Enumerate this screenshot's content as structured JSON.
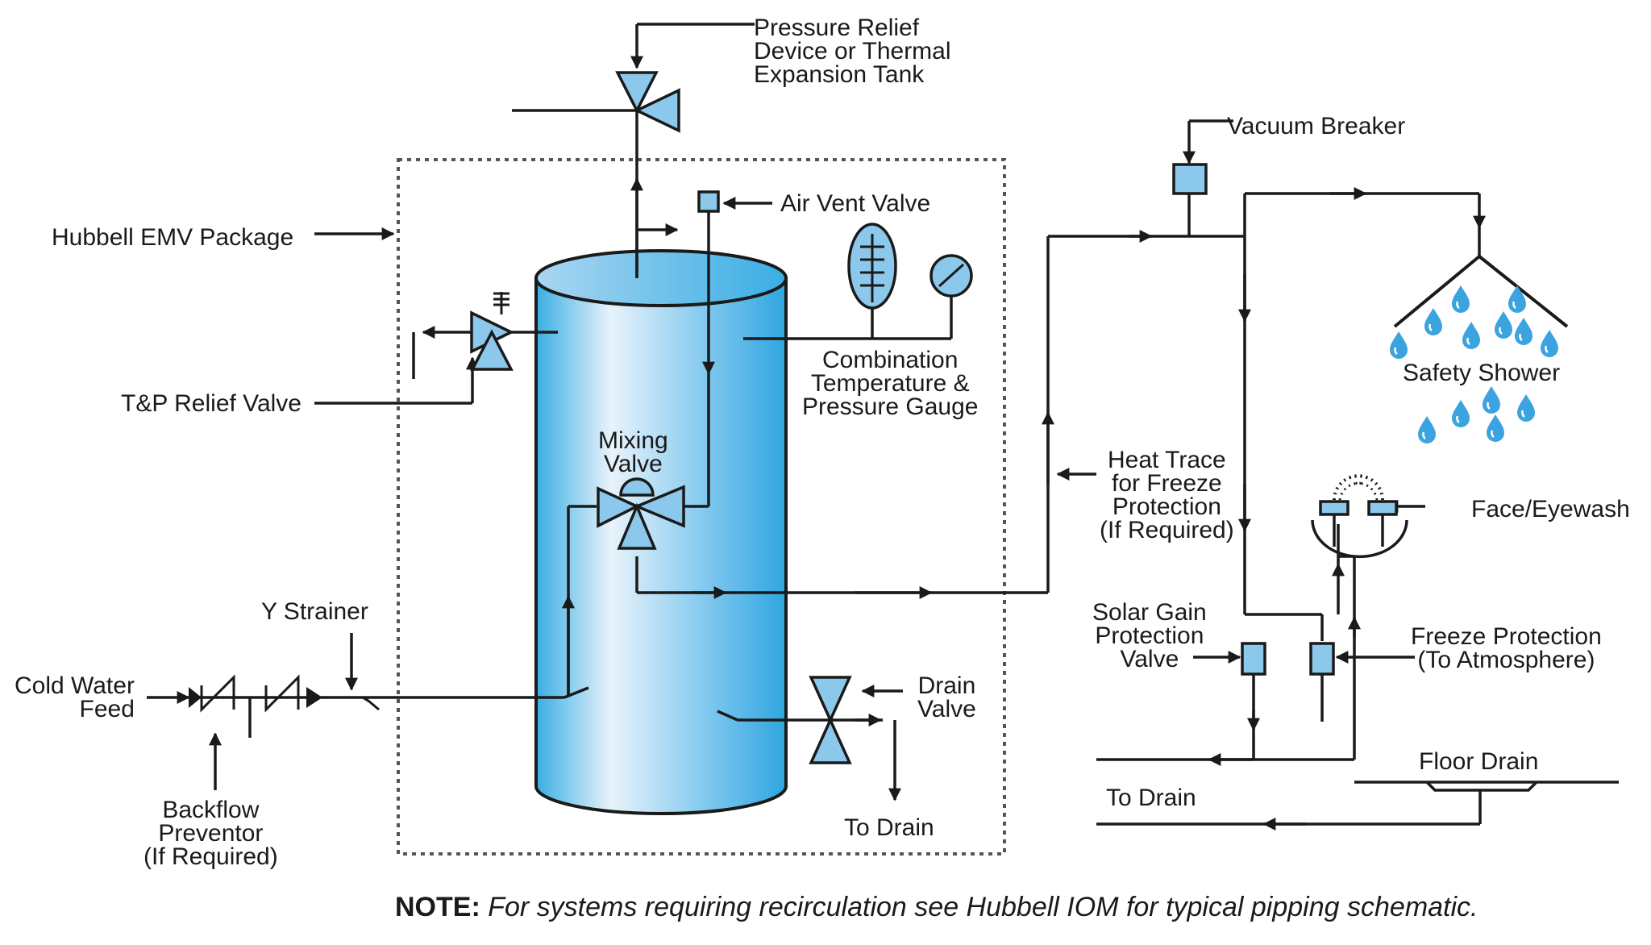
{
  "colors": {
    "stroke": "#1a1a1a",
    "valve_fill": "#8cc8ec",
    "tank_light": "#e8f3fb",
    "tank_dark": "#3aaee4",
    "drop": "#3aa3e0"
  },
  "labels": {
    "pressure_relief": [
      "Pressure Relief",
      "Device or Thermal",
      "Expansion Tank"
    ],
    "air_vent": "Air Vent Valve",
    "hubbell_package": "Hubbell EMV Package",
    "tp_relief": "T&P Relief Valve",
    "combo_gauge": [
      "Combination",
      "Temperature &",
      "Pressure Gauge"
    ],
    "mixing_valve": [
      "Mixing",
      "Valve"
    ],
    "y_strainer": "Y Strainer",
    "cold_water": [
      "Cold Water",
      "Feed"
    ],
    "backflow": [
      "Backflow",
      "Preventor",
      "(If Required)"
    ],
    "drain_valve": [
      "Drain",
      "Valve"
    ],
    "to_drain_tank": "To Drain",
    "vacuum_breaker": "Vacuum Breaker",
    "safety_shower": "Safety Shower",
    "heat_trace": [
      "Heat Trace",
      "for Freeze",
      "Protection",
      "(If Required)"
    ],
    "face_eyewash": "Face/Eyewash",
    "solar_gain": [
      "Solar Gain",
      "Protection",
      "Valve"
    ],
    "freeze_protection": [
      "Freeze Protection",
      "(To Atmosphere)"
    ],
    "floor_drain": "Floor Drain",
    "to_drain_right": "To Drain"
  },
  "note": {
    "prefix": "NOTE:",
    "text": " For systems requiring recirculation see Hubbell IOM for typical pipping schematic."
  }
}
